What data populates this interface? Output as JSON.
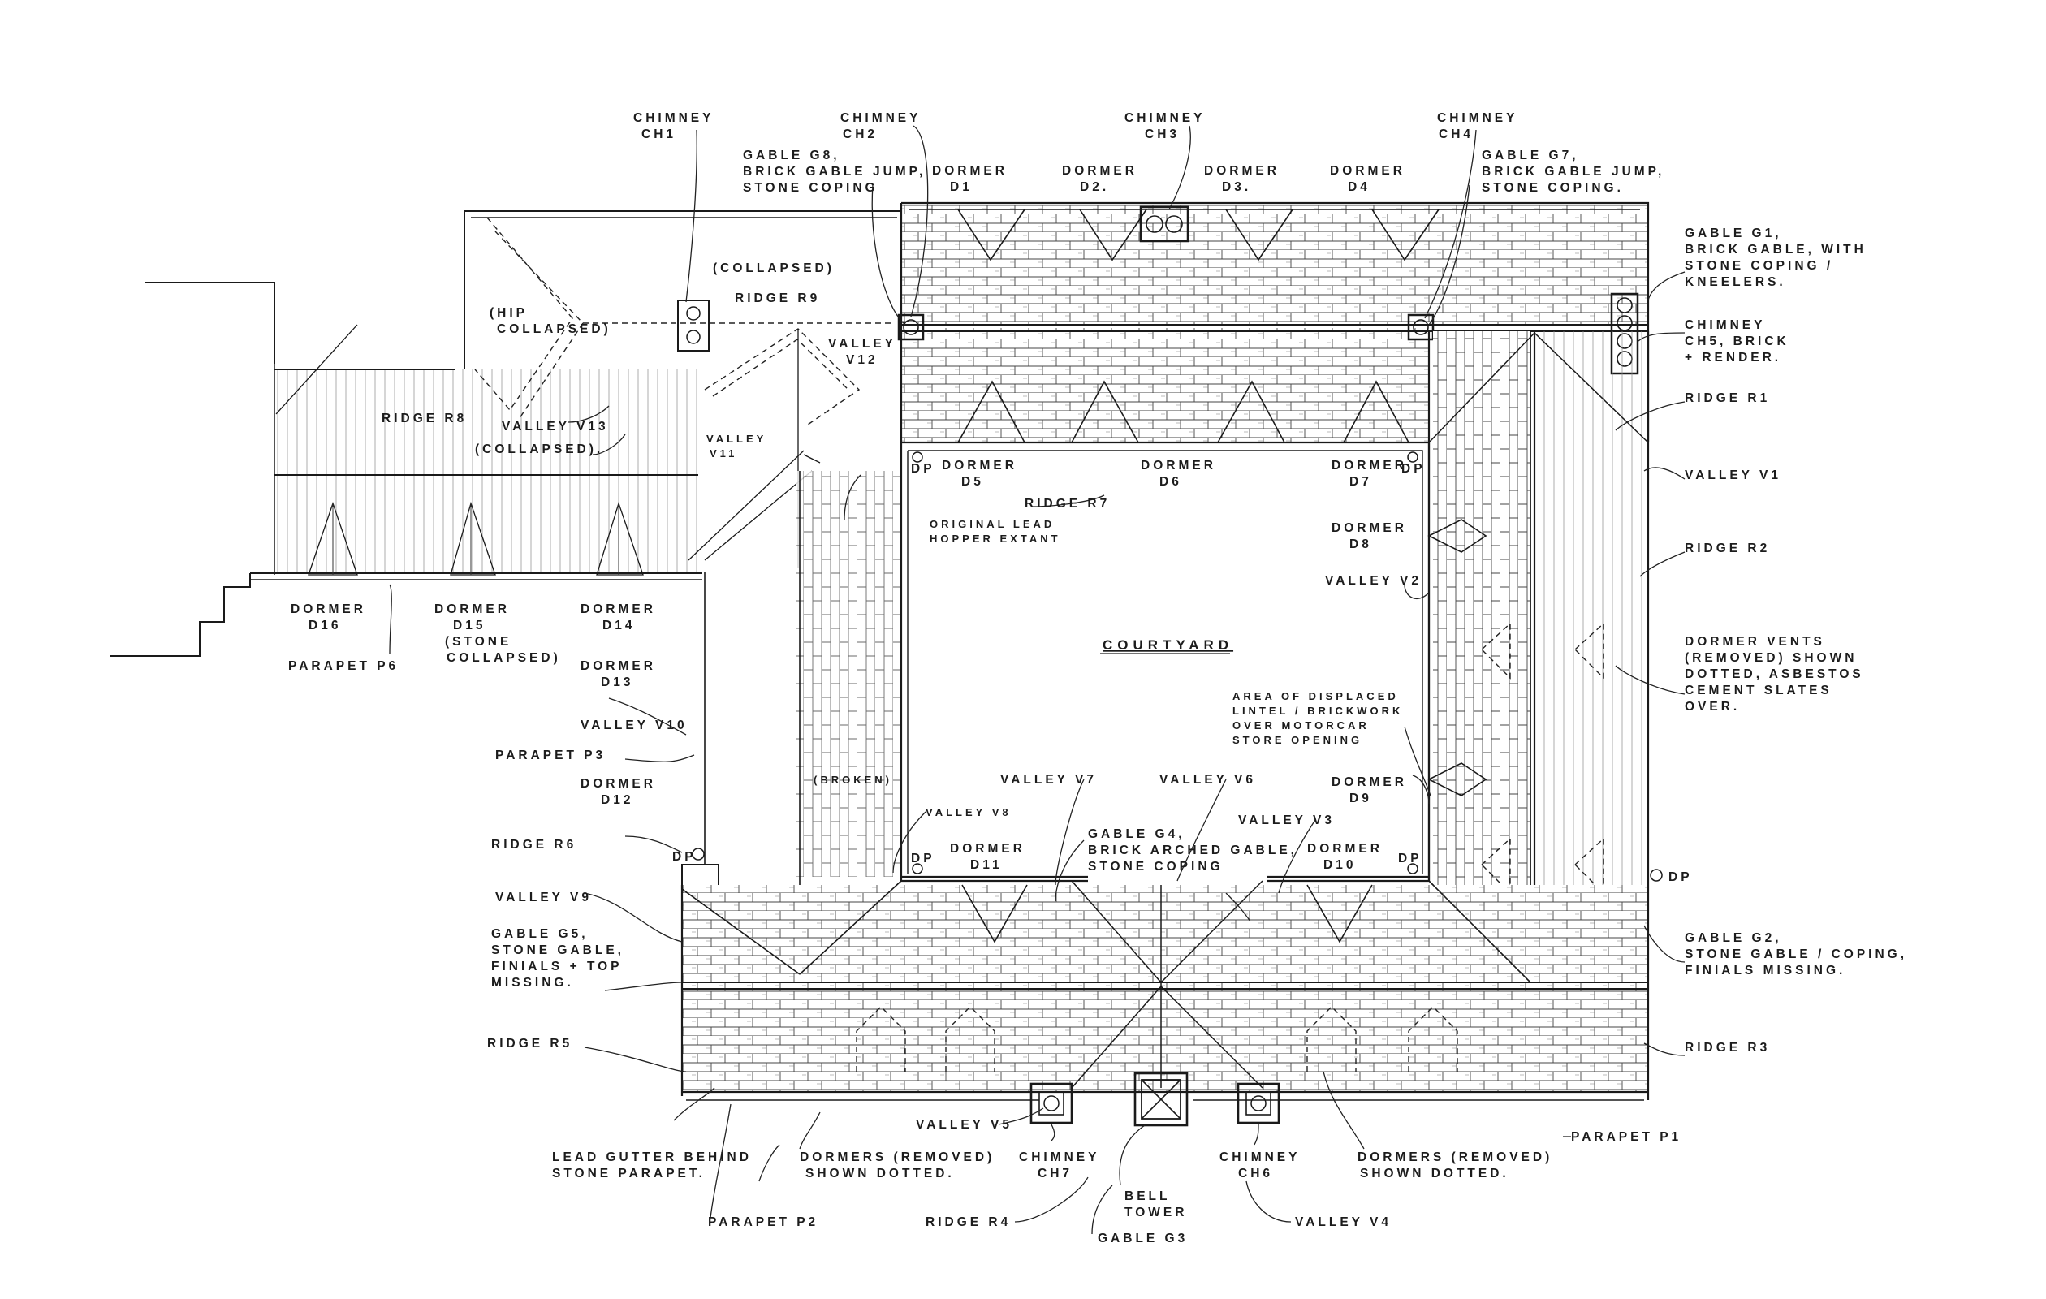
{
  "courtyard": "COURTYARD",
  "labels": {
    "ch1": [
      "CHIMNEY",
      "CH1"
    ],
    "ch2": [
      "CHIMNEY",
      "CH2"
    ],
    "ch3": [
      "CHIMNEY",
      "CH3"
    ],
    "ch4": [
      "CHIMNEY",
      "CH4"
    ],
    "ch5": [
      "CHIMNEY",
      "CH5, BRICK",
      "+ RENDER."
    ],
    "ch6": [
      "CHIMNEY",
      "CH6"
    ],
    "ch7": [
      "CHIMNEY",
      "CH7"
    ],
    "g8": [
      "GABLE G8,",
      "BRICK GABLE JUMP,",
      "STONE COPING"
    ],
    "g7": [
      "GABLE G7,",
      "BRICK GABLE JUMP,",
      "STONE COPING."
    ],
    "g1": [
      "GABLE G1,",
      "BRICK GABLE, WITH",
      "STONE COPING /",
      "KNEELERS."
    ],
    "g2": [
      "GABLE G2,",
      "STONE GABLE / COPING,",
      "FINIALS MISSING."
    ],
    "g3": [
      "GABLE G3"
    ],
    "g4": [
      "GABLE G4,",
      "BRICK ARCHED GABLE,",
      "STONE COPING"
    ],
    "g5": [
      "GABLE G5,",
      "STONE GABLE,",
      "FINIALS + TOP",
      "MISSING."
    ],
    "d1": [
      "DORMER",
      "D1"
    ],
    "d2": [
      "DORMER",
      "D2."
    ],
    "d3": [
      "DORMER",
      "D3."
    ],
    "d4": [
      "DORMER",
      "D4"
    ],
    "d5": [
      "DORMER",
      "D5"
    ],
    "d6": [
      "DORMER",
      "D6"
    ],
    "d7": [
      "DORMER",
      "D7"
    ],
    "d8": [
      "DORMER",
      "D8"
    ],
    "d9": [
      "DORMER",
      "D9"
    ],
    "d10": [
      "DORMER",
      "D10"
    ],
    "d11": [
      "DORMER",
      "D11"
    ],
    "d12": [
      "DORMER",
      "D12"
    ],
    "d13": [
      "DORMER",
      "D13"
    ],
    "d14": [
      "DORMER",
      "D14"
    ],
    "d15": [
      "DORMER",
      "D15",
      "(STONE",
      "COLLAPSED)"
    ],
    "d16": [
      "DORMER",
      "D16"
    ],
    "r1": "RIDGE R1",
    "r2": "RIDGE R2",
    "r3": "RIDGE R3",
    "r4": "RIDGE R4",
    "r5": "RIDGE R5",
    "r6": "RIDGE R6",
    "r7": "RIDGE R7",
    "r8": "RIDGE R8",
    "r9": "RIDGE R9",
    "v1": "VALLEY V1",
    "v2": "VALLEY V2",
    "v3": "VALLEY V3",
    "v4": "VALLEY V4",
    "v5": "VALLEY V5",
    "v6": "VALLEY V6",
    "v7": "VALLEY V7",
    "v8": "VALLEY V8",
    "v9": "VALLEY V9",
    "v10": "VALLEY V10",
    "v11": [
      "VALLEY",
      "V11"
    ],
    "v12": [
      "VALLEY",
      "V12"
    ],
    "v13": "VALLEY V13",
    "p1": "PARAPET P1",
    "p2": "PARAPET P2",
    "p3": "PARAPET P3",
    "p6": "PARAPET P6",
    "dp": "DP",
    "collapsed": "(COLLAPSED)",
    "collapsed2": "(COLLAPSED).",
    "hip": [
      "(HIP",
      "COLLAPSED)"
    ],
    "broken": "(BROKEN)",
    "lead_hopper": [
      "ORIGINAL LEAD",
      "HOPPER EXTANT"
    ],
    "displaced": [
      "AREA OF DISPLACED",
      "LINTEL / BRICKWORK",
      "OVER MOTORCAR",
      "STORE OPENING"
    ],
    "dormer_vents": [
      "DORMER VENTS",
      "(REMOVED) SHOWN",
      "DOTTED, ASBESTOS",
      "CEMENT SLATES",
      "OVER."
    ],
    "bell_tower": [
      "BELL",
      "TOWER"
    ],
    "lead_gutter": [
      "LEAD GUTTER BEHIND",
      "STONE PARAPET."
    ],
    "dormers_removed_left": [
      "DORMERS (REMOVED)",
      "SHOWN DOTTED."
    ],
    "dormers_removed_right": [
      "DORMERS (REMOVED)",
      "SHOWN DOTTED."
    ]
  }
}
